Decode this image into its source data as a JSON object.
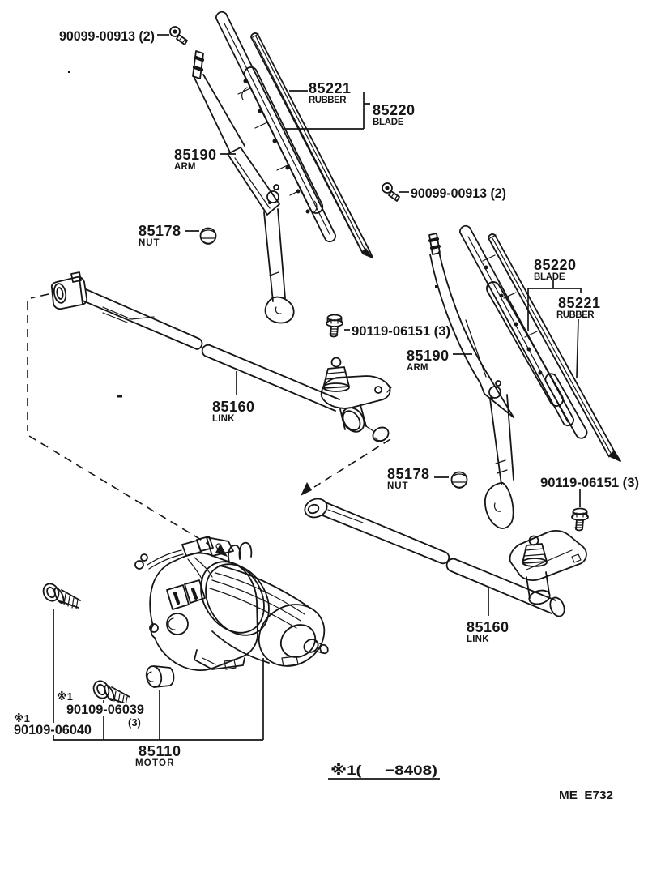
{
  "colors": {
    "ink": "#161616",
    "paper": "#ffffff"
  },
  "parts": {
    "screw_pivot_left": {
      "num": "90099-00913 (2)"
    },
    "rubber_left": {
      "num": "85221",
      "name": "RUBBER"
    },
    "blade_left": {
      "num": "85220",
      "name": "BLADE"
    },
    "arm_left": {
      "num": "85190",
      "name": "ARM"
    },
    "nut_left": {
      "num": "85178",
      "name": "NUT"
    },
    "screw_pivot_right": {
      "num": "90099-00913 (2)"
    },
    "bolt_left": {
      "num": "90119-06151 (3)"
    },
    "blade_right": {
      "num": "85220",
      "name": "BLADE"
    },
    "rubber_right": {
      "num": "85221",
      "name": "RUBBER"
    },
    "arm_right": {
      "num": "85190",
      "name": "ARM"
    },
    "link_left": {
      "num": "85160",
      "name": "LINK"
    },
    "nut_right": {
      "num": "85178",
      "name": "NUT"
    },
    "bolt_right": {
      "num": "90119-06151 (3)"
    },
    "link_right": {
      "num": "85160",
      "name": "LINK"
    },
    "motor_bolt_a": {
      "ref": "※1",
      "num": "90109-06039",
      "qty": "(3)"
    },
    "motor_bolt_b": {
      "ref": "※1",
      "num": "90109-06040"
    },
    "motor": {
      "num": "85110",
      "name": "MOTOR"
    }
  },
  "footer": {
    "footnote": "※1(     −8408)",
    "doc_code": "ME  E732"
  }
}
